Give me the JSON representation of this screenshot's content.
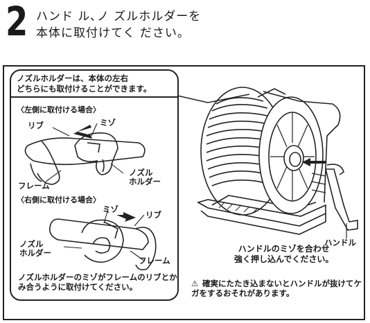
{
  "step": {
    "number": "2",
    "title_line1": "ハンド ル､ノ ズルホルダーを",
    "title_line2": "本体に取付けてく ださい。"
  },
  "inset": {
    "header_line1": "ノズルホルダーは、本体の左右",
    "header_line2": "どちらにも取付けることができます。",
    "left_mount_label": "〈左側に取付ける場合〉",
    "right_mount_label": "〈右側に取付ける場合〉",
    "left": {
      "rib": "リブ",
      "groove": "ミゾ",
      "frame": "フレーム",
      "holder_line1": "ノズル",
      "holder_line2": "ホルダー"
    },
    "right": {
      "groove": "ミゾ",
      "rib": "リブ",
      "holder_line1": "ノズル",
      "holder_line2": "ホルダー",
      "frame": "フレーム"
    },
    "footer": "ノズルホルダーのミゾがフレームのリブとかみ合うように取付けてください。"
  },
  "main": {
    "handle_label": "ハンドル",
    "caption_line1": "ハンドルのミゾを合わせ",
    "caption_line2": "強く押し込んでください。",
    "warning_icon": "⚠",
    "warning_text": "確実にたたき込まないとハンドルが抜けてケガをするおそれがあります。"
  }
}
